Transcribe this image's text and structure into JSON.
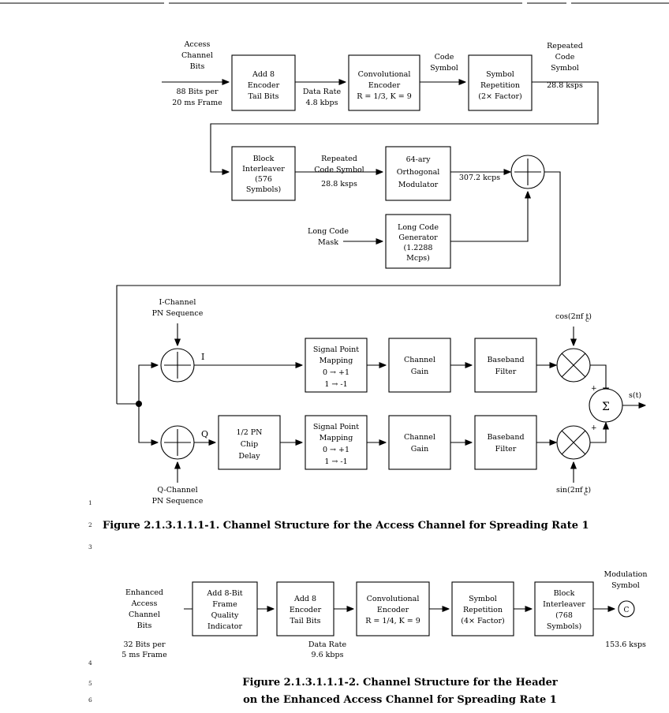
{
  "page": {
    "top_rule": true,
    "line_numbers": [
      "1",
      "2",
      "3",
      "4",
      "5",
      "6"
    ]
  },
  "figure1": {
    "caption": "Figure 2.1.3.1.1.1-1. Channel Structure for the Access Channel for Spreading Rate 1",
    "inputs": {
      "access_channel_bits": "Access\nChannel\nBits",
      "access_rate": "88 Bits per\n20 ms Frame",
      "long_code_mask": "Long Code\nMask",
      "i_pn": "I-Channel\nPN Sequence",
      "q_pn": "Q-Channel\nPN Sequence",
      "cos_carrier": "cos(2πf t)",
      "cos_sub": "c",
      "sin_carrier": "sin(2πf t)",
      "sin_sub": "c",
      "output": "s(t)"
    },
    "blocks": [
      {
        "name": "add-8-encoder-tail-bits",
        "lines": [
          "Add 8",
          "Encoder",
          "Tail Bits"
        ]
      },
      {
        "name": "convolutional-encoder",
        "lines": [
          "Convolutional",
          "Encoder",
          "R = 1/3, K = 9"
        ]
      },
      {
        "name": "symbol-repetition",
        "lines": [
          "Symbol",
          "Repetition",
          "(2× Factor)"
        ]
      },
      {
        "name": "block-interleaver",
        "lines": [
          "Block",
          "Interleaver",
          "(576",
          "Symbols)"
        ]
      },
      {
        "name": "orthogonal-modulator",
        "lines": [
          "64-ary",
          "Orthogonal",
          "Modulator"
        ]
      },
      {
        "name": "long-code-generator",
        "lines": [
          "Long Code",
          "Generator",
          "(1.2288",
          "Mcps)"
        ]
      },
      {
        "name": "signal-point-mapping-i",
        "lines": [
          "Signal Point",
          "Mapping",
          "0 → +1",
          "1 → -1"
        ]
      },
      {
        "name": "channel-gain-i",
        "lines": [
          "Channel",
          "Gain"
        ]
      },
      {
        "name": "baseband-filter-i",
        "lines": [
          "Baseband",
          "Filter"
        ]
      },
      {
        "name": "half-pn-chip-delay",
        "lines": [
          "1/2 PN",
          "Chip",
          "Delay"
        ]
      },
      {
        "name": "signal-point-mapping-q",
        "lines": [
          "Signal Point",
          "Mapping",
          "0 → +1",
          "1 → -1"
        ]
      },
      {
        "name": "channel-gain-q",
        "lines": [
          "Channel",
          "Gain"
        ]
      },
      {
        "name": "baseband-filter-q",
        "lines": [
          "Baseband",
          "Filter"
        ]
      }
    ],
    "edge_labels": {
      "data_rate": "Data Rate\n4.8 kbps",
      "code_symbol": "Code\nSymbol",
      "repeated_code_symbol_top": "Repeated\nCode\nSymbol",
      "rate_28_8_top": "28.8 ksps",
      "repeated_code_symbol_mid": "Repeated\nCode Symbol",
      "rate_28_8_mid": "28.8 ksps",
      "rate_307_2": "307.2 kcps",
      "i_tap": "I",
      "q_tap": "Q",
      "adder_sign_top": "+",
      "adder_sign_bottom": "+",
      "sum_glyph": "Σ"
    }
  },
  "figure2": {
    "caption_line1": "Figure 2.1.3.1.1.1-2. Channel Structure for the Header",
    "caption_line2": "on the Enhanced Access Channel for Spreading Rate 1",
    "inputs": {
      "enhanced_bits": "Enhanced\nAccess\nChannel\nBits",
      "enhanced_rate": "32 Bits per\n5 ms Frame"
    },
    "blocks": [
      {
        "name": "add-8-bit-frame-quality-indicator",
        "lines": [
          "Add 8-Bit",
          "Frame",
          "Quality",
          "Indicator"
        ]
      },
      {
        "name": "add-8-encoder-tail-bits-2",
        "lines": [
          "Add 8",
          "Encoder",
          "Tail Bits"
        ]
      },
      {
        "name": "convolutional-encoder-2",
        "lines": [
          "Convolutional",
          "Encoder",
          "R = 1/4, K = 9"
        ]
      },
      {
        "name": "symbol-repetition-2",
        "lines": [
          "Symbol",
          "Repetition",
          "(4× Factor)"
        ]
      },
      {
        "name": "block-interleaver-2",
        "lines": [
          "Block",
          "Interleaver",
          "(768",
          "Symbols)"
        ]
      }
    ],
    "edge_labels": {
      "data_rate": "Data Rate\n9.6 kbps",
      "modulation_symbol": "Modulation\nSymbol",
      "output_rate": "153.6 ksps",
      "output_node": "C"
    }
  }
}
